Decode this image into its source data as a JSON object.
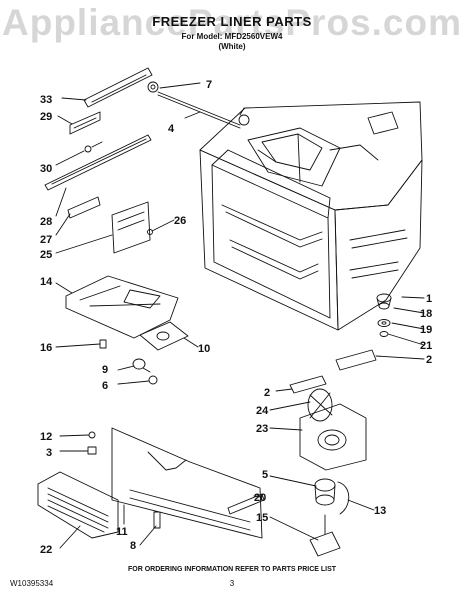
{
  "watermark": "AppliancePartsPros.com",
  "header": {
    "title": "FREEZER LINER PARTS",
    "model_line": "For Model: MFD2560VEW4",
    "color_line": "(White)"
  },
  "callouts": [
    "33",
    "7",
    "29",
    "4",
    "30",
    "28",
    "27",
    "26",
    "25",
    "14",
    "16",
    "10",
    "9",
    "6",
    "12",
    "3",
    "22",
    "11",
    "8",
    "20",
    "1",
    "18",
    "19",
    "21",
    "2",
    "2",
    "24",
    "23",
    "5",
    "13",
    "15"
  ],
  "footer": {
    "order_info": "FOR ORDERING INFORMATION REFER TO PARTS PRICE LIST",
    "doc_number": "W10395334",
    "page_number": "3"
  },
  "colors": {
    "line": "#111111",
    "watermark": "#d6d6d6",
    "background": "#ffffff"
  }
}
